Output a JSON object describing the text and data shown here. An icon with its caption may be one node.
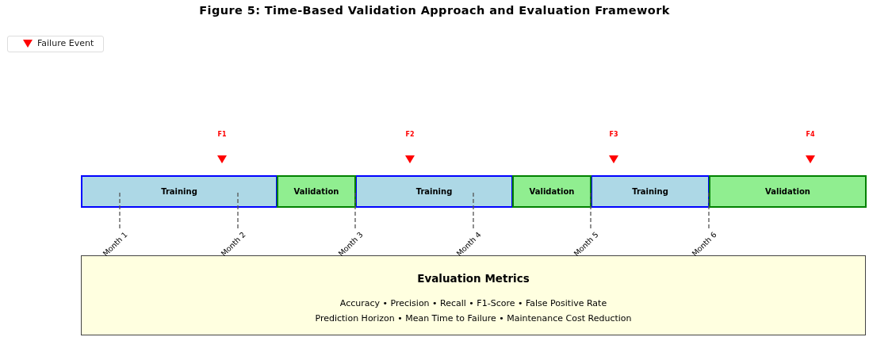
{
  "diagram": {
    "title": "Figure 5: Time-Based Validation Approach and Evaluation Framework",
    "nodes": [
      {
        "text": [
          "Training"
        ]
      },
      {
        "text": [
          "Validation"
        ]
      },
      {
        "text": [
          "Training"
        ]
      },
      {
        "text": [
          "Validation"
        ]
      },
      {
        "text": [
          "Training"
        ]
      },
      {
        "text": [
          "Validation"
        ]
      },
      {
        "text": [
          "Evaluation Metrics",
          "Accuracy • Precision • Recall • F1-Score • False Positive Rate",
          "Prediction Horizon • Mean Time to Failure • Maintenance Cost Reduction"
        ]
      }
    ],
    "edges": [],
    "labels": [
      "F1",
      "F2",
      "F3",
      "F4",
      "Month 1",
      "Month 2",
      "Month 3",
      "Month 4",
      "Month 5",
      "Month 6"
    ],
    "legend": [
      {
        "text": "Failure Event"
      }
    ]
  }
}
